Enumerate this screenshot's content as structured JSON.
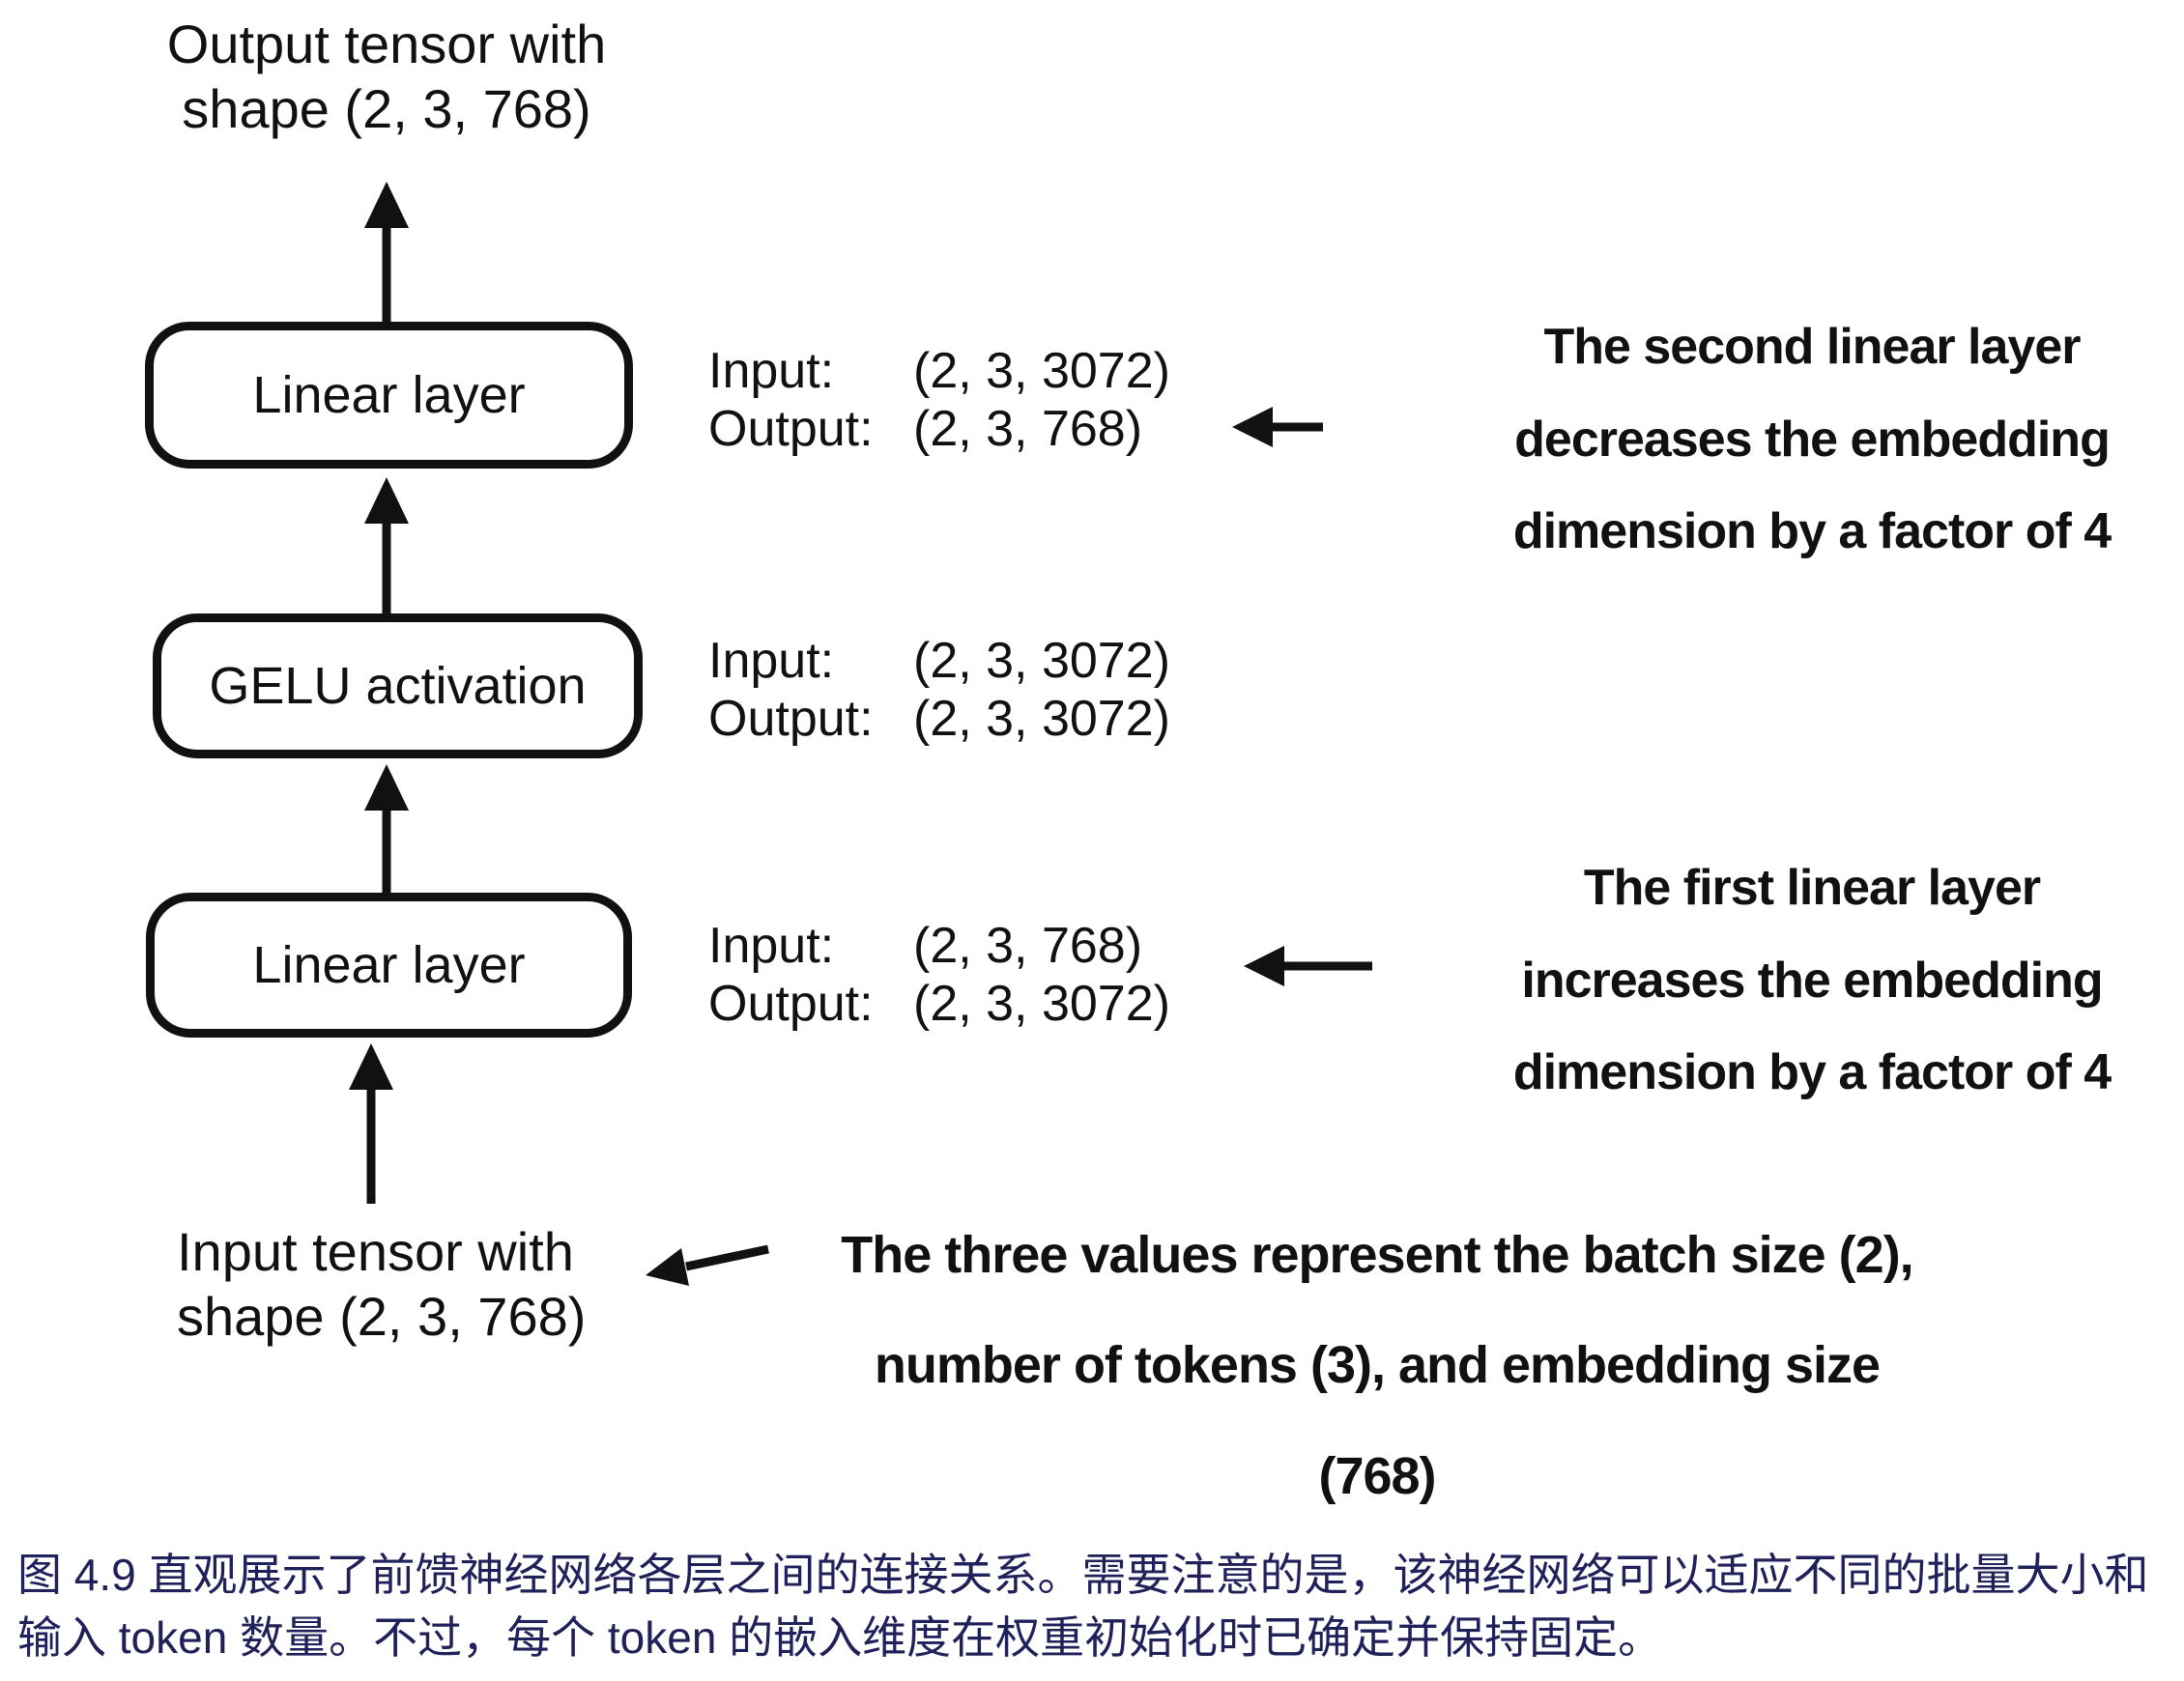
{
  "page": {
    "background": "#ffffff",
    "ink": "#111111"
  },
  "figure": {
    "output_tensor_label": "Output tensor with\nshape (2, 3, 768)",
    "input_tensor_label": "Input tensor with\nshape (2, 3, 768)",
    "boxes": [
      {
        "label": "Linear layer"
      },
      {
        "label": "GELU activation"
      },
      {
        "label": "Linear layer"
      }
    ],
    "io_blocks": [
      {
        "input_label": "Input:",
        "input_value": "(2, 3, 3072)",
        "output_label": "Output:",
        "output_value": "(2, 3, 768)"
      },
      {
        "input_label": "Input:",
        "input_value": "(2, 3, 3072)",
        "output_label": "Output:",
        "output_value": "(2, 3, 3072)"
      },
      {
        "input_label": "Input:",
        "input_value": "(2, 3, 768)",
        "output_label": "Output:",
        "output_value": "(2, 3, 3072)"
      }
    ],
    "annotations": [
      {
        "text": "The second linear layer\ndecreases the embedding\ndimension by a factor of 4"
      },
      {
        "text": "The first linear layer\nincreases the embedding\ndimension by a factor of 4"
      },
      {
        "text": "The three values represent the batch size (2),\nnumber of tokens (3), and embedding size\n(768)"
      }
    ],
    "icons": {
      "arrow_up": "black upward flow arrow",
      "arrow_left": "black leftward pointer arrow",
      "arrow_down_left": "black diagonal pointer arrow"
    }
  },
  "caption": {
    "color": "#20205a",
    "text": "图 4.9 直观展示了前馈神经网络各层之间的连接关系。需要注意的是，该神经网络可以适应不同的批量大小和\n输入 token 数量。不过，每个 token 的嵌入维度在权重初始化时已确定并保持固定。"
  }
}
